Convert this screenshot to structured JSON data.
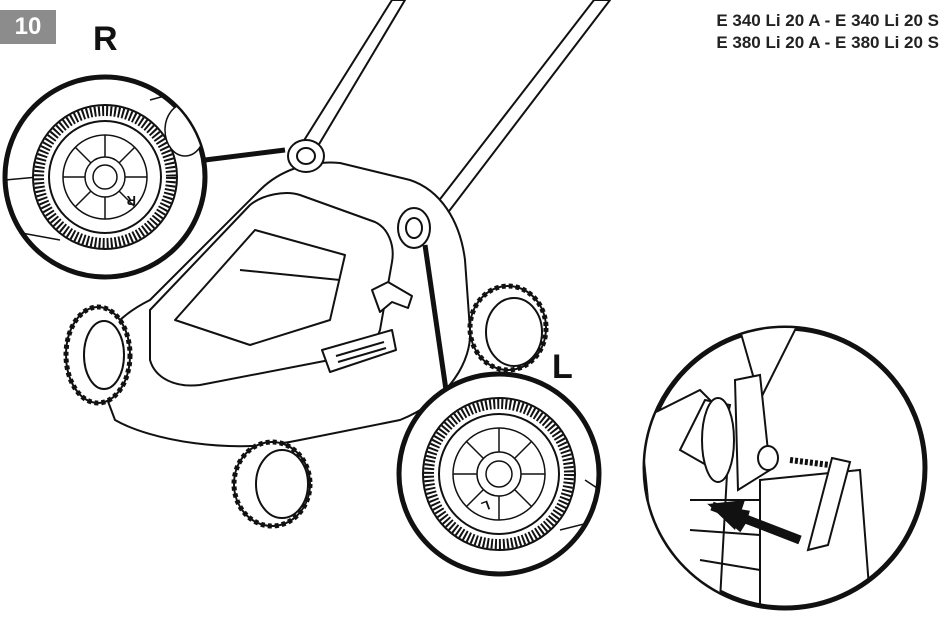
{
  "figure": {
    "number": "10",
    "detail_labels": {
      "right_wheel": "R",
      "left_wheel": "L"
    },
    "wheel_markings": {
      "right": "R",
      "left": "L"
    },
    "model_lines": [
      "E 340 Li 20 A - E 340 Li 20 S",
      "E 380 Li 20 A - E 380 Li 20 S"
    ]
  },
  "colors": {
    "badge_background": "#8c8c8c",
    "line_art": "#111111",
    "background": "#ffffff"
  }
}
